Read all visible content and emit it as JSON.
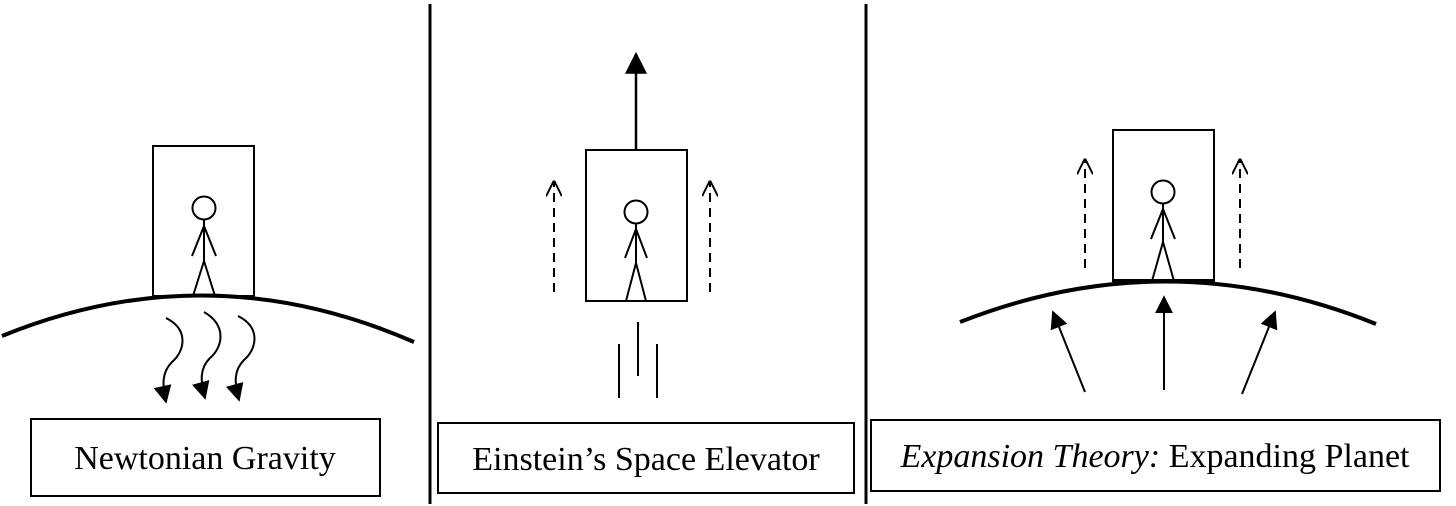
{
  "panels": [
    {
      "id": "newtonian",
      "caption": "Newtonian Gravity"
    },
    {
      "id": "einstein",
      "caption": "Einstein’s Space Elevator"
    },
    {
      "id": "expansion",
      "caption_italic": "Expansion Theory:",
      "caption_rest": " Expanding Planet"
    }
  ]
}
